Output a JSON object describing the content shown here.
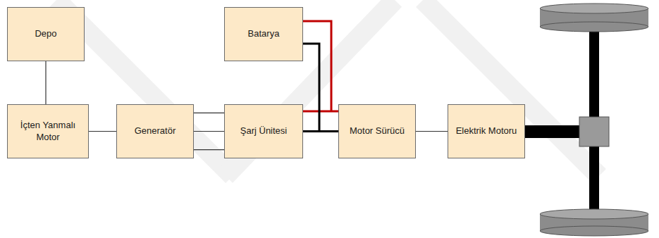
{
  "diagram": {
    "nodes": [
      {
        "text": [
          "Depo"
        ]
      },
      {
        "text": [
          "Batarya"
        ]
      },
      {
        "text": [
          "İçten Yanmalı Motor"
        ]
      },
      {
        "text": [
          "Generatör"
        ]
      },
      {
        "text": [
          "Şarj Ünitesi"
        ]
      },
      {
        "text": [
          "Motor Sürücü"
        ]
      },
      {
        "text": [
          "Elektrik Motoru"
        ]
      }
    ],
    "edges": [
      {
        "from": 0,
        "to": 2,
        "arrow": "none"
      },
      {
        "from": 2,
        "to": 3,
        "arrow": "none"
      },
      {
        "from": 3,
        "to": 4,
        "arrow": "none"
      },
      {
        "from": 4,
        "to": 5,
        "arrow": "none"
      },
      {
        "from": 1,
        "to": 5,
        "arrow": "none"
      },
      {
        "from": 5,
        "to": 6,
        "arrow": "none"
      }
    ]
  }
}
